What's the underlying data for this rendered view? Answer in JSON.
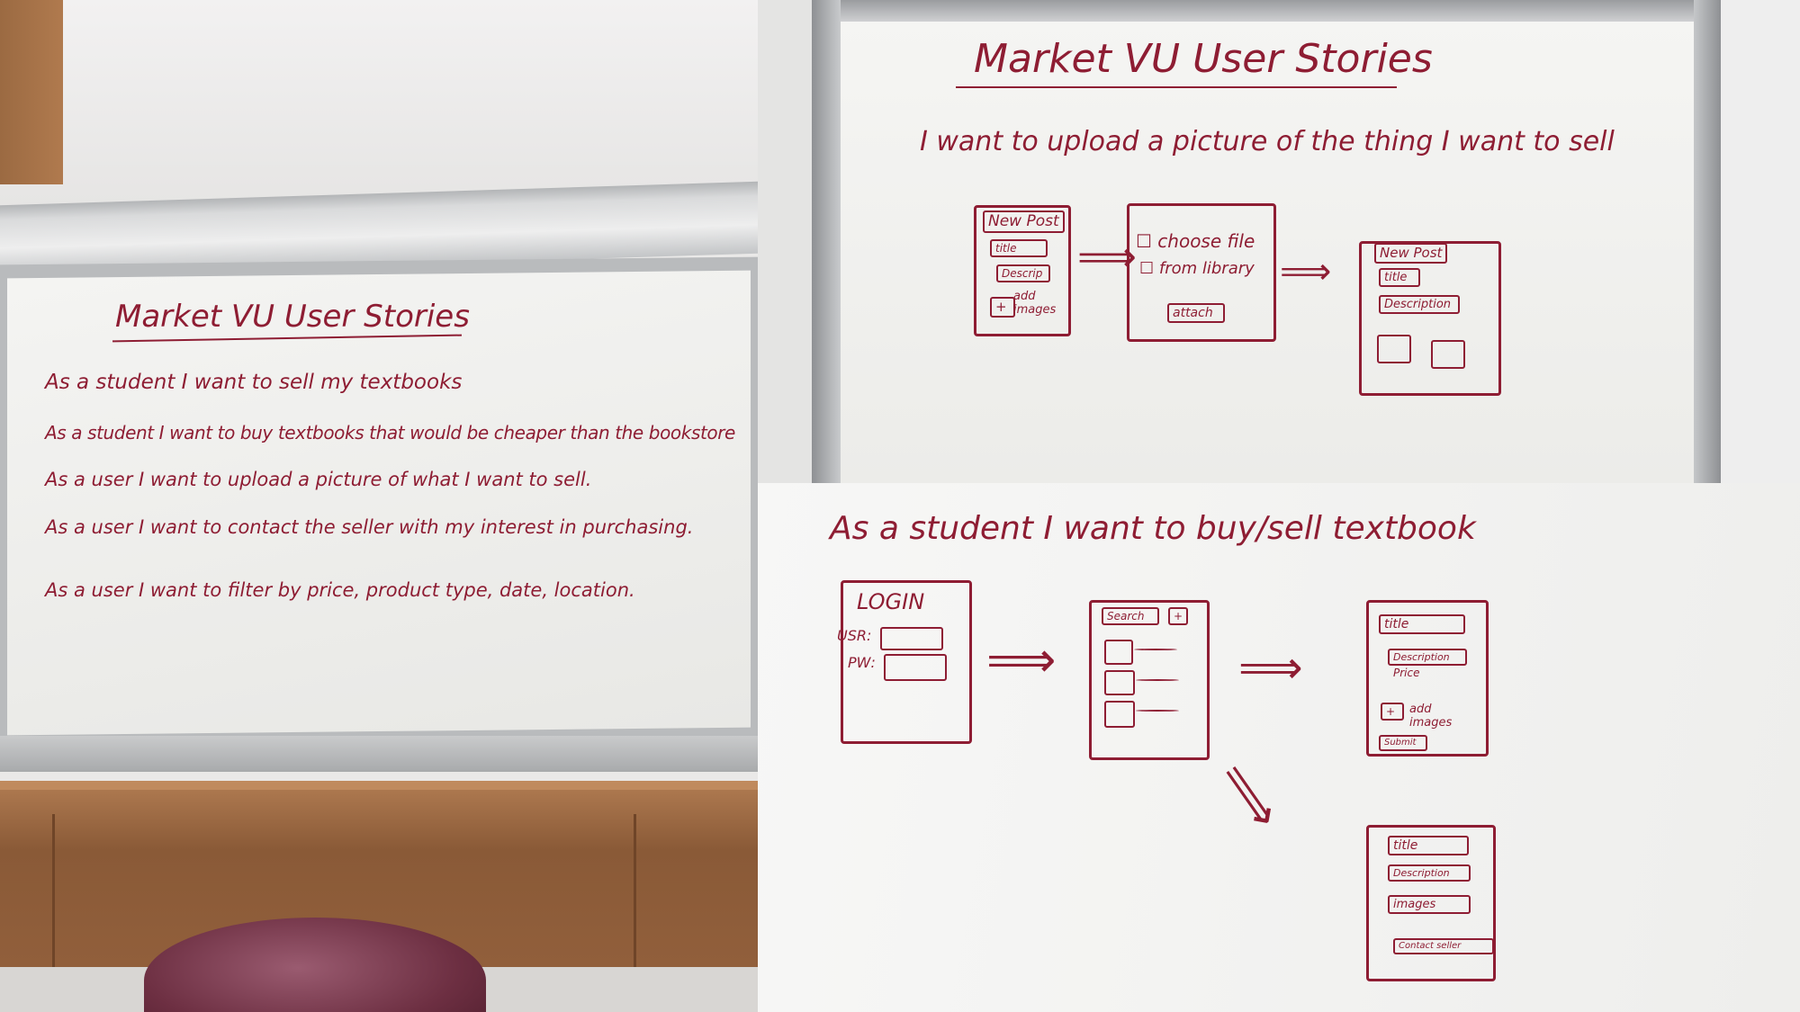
{
  "left_board": {
    "title": "Market VU User Stories",
    "stories": [
      "As a student I want to sell my textbooks",
      "As a student I want to buy textbooks that would be cheaper than the bookstore",
      "As a user I want to upload a picture of what I want to sell.",
      "As a user I want to contact the seller with my interest in purchasing.",
      "As a user I want to filter by price, product type, date, location."
    ]
  },
  "right_top_board": {
    "title": "Market VU User Stories",
    "story": "I want to upload a picture of the thing I want to sell",
    "sketch1": {
      "header": "New Post",
      "title": "title",
      "desc": "Descrip",
      "add": "+",
      "add_label": "add images"
    },
    "sketch2": {
      "opt1": "☐ choose file",
      "opt2": "☐ from library",
      "btn": "attach"
    },
    "sketch3": {
      "header": "New Post",
      "title": "title",
      "desc": "Description"
    }
  },
  "right_bottom_board": {
    "story": "As a student I want to buy/sell textbook",
    "login": {
      "header": "LOGIN",
      "user": "USR:",
      "pw": "PW:"
    },
    "search": {
      "header": "Search",
      "plus": "+"
    },
    "post": {
      "title": "title",
      "desc": "Description",
      "price": "Price",
      "add": "+",
      "add_label": "add images",
      "submit": "Submit"
    },
    "detail": {
      "title": "title",
      "desc": "Description",
      "images": "images",
      "contact": "Contact seller"
    }
  },
  "colors": {
    "ink": "#8e1d33",
    "board": "#f1f0ee",
    "wall": "#f4f3f3",
    "frame": "#aeb0b2",
    "wood": "#a56e45"
  }
}
